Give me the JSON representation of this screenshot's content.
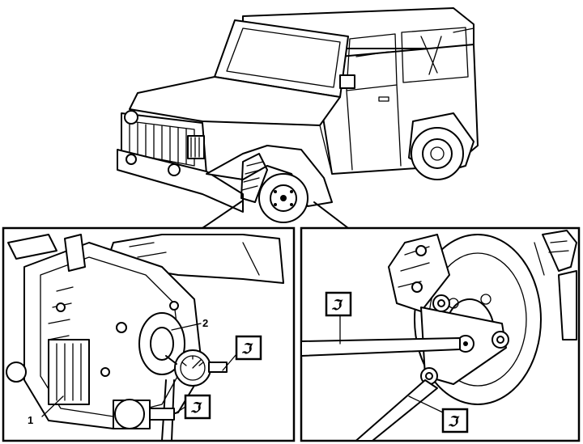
{
  "callouts": {
    "part_1": "1",
    "part_2": "2"
  },
  "special_tool_symbol": "ℑ",
  "colors": {
    "ink": "#000000",
    "paper": "#ffffff"
  },
  "icons": {
    "special_tool": "special-tool-icon"
  }
}
